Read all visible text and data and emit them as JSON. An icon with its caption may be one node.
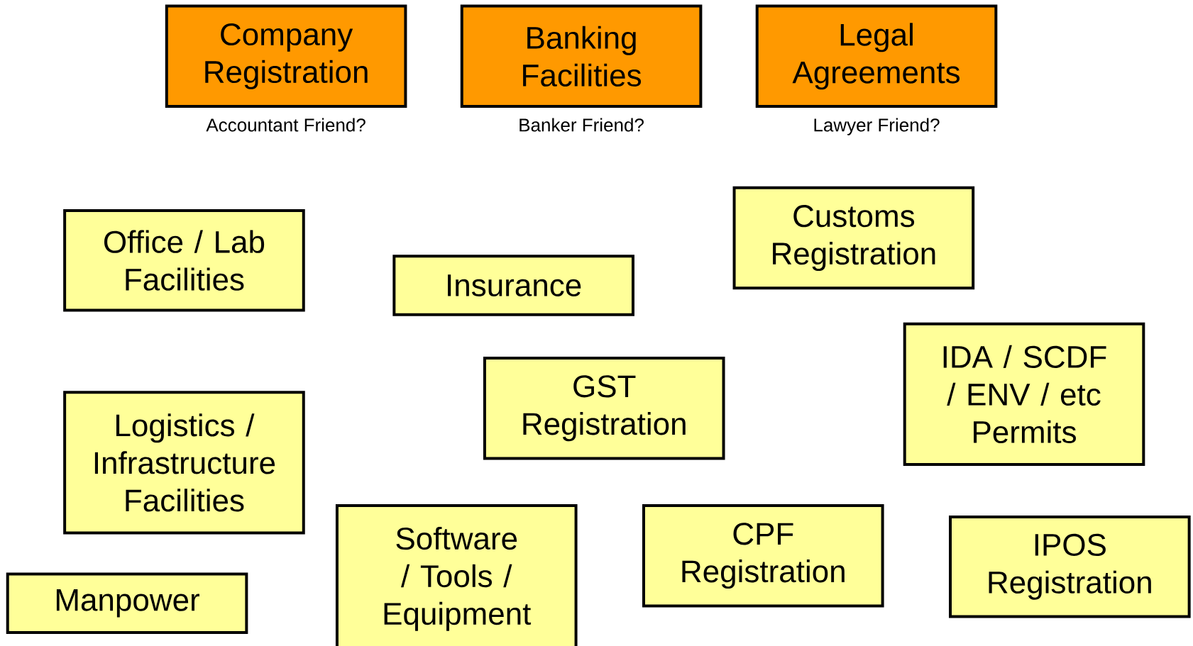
{
  "diagram": {
    "nodes": [
      {
        "text": [
          "Company Registration"
        ],
        "beside": [
          "Accountant Friend?"
        ]
      },
      {
        "text": [
          "Banking Facilities"
        ],
        "beside": [
          "Banker Friend?"
        ]
      },
      {
        "text": [
          "Legal Agreements"
        ],
        "beside": [
          "Lawyer Friend?"
        ]
      },
      {
        "text": [
          "Office / Lab Facilities"
        ]
      },
      {
        "text": [
          "Insurance"
        ]
      },
      {
        "text": [
          "Customs Registration"
        ]
      },
      {
        "text": [
          "GST Registration"
        ]
      },
      {
        "text": [
          "IDA / SCDF / ENV / etc Permits"
        ]
      },
      {
        "text": [
          "Logistics / Infrastructure Facilities"
        ]
      },
      {
        "text": [
          "Software / Tools / Equipment"
        ]
      },
      {
        "text": [
          "CPF Registration"
        ]
      },
      {
        "text": [
          "IPOS Registration"
        ]
      },
      {
        "text": [
          "Manpower"
        ]
      }
    ]
  }
}
